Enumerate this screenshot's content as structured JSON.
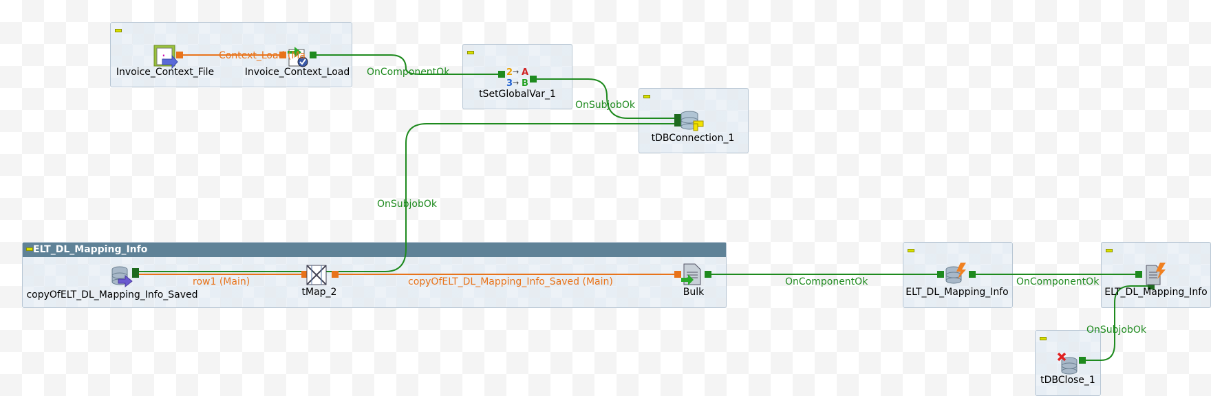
{
  "colors": {
    "main_link": "#e8731a",
    "trigger_link": "#1e8a1e",
    "subjob_title_bg": "#5f8297",
    "subjob_bg": "#dfe8f1"
  },
  "subjobs": {
    "elt_title": "ELT_DL_Mapping_Info"
  },
  "components": {
    "invoice_context_file": "Invoice_Context_File",
    "invoice_context_load": "Invoice_Context_Load",
    "tsetglobalvar": "tSetGlobalVar_1",
    "tdbconnection": "tDBConnection_1",
    "copyof_saved": "copyOfELT_DL_Mapping_Info_Saved",
    "tmap": "tMap_2",
    "bulk": "Bulk",
    "elt_mapping_1": "ELT_DL_Mapping_Info",
    "elt_mapping_2": "ELT_DL_Mapping_Info",
    "tdbclose": "tDBClose_1"
  },
  "links": {
    "context_load": "Context_Load (Ma",
    "oncomponentok_1": "OnComponentOk",
    "onsubjobok_1": "OnSubjobOk",
    "onsubjobok_2": "OnSubjobOk",
    "row1": "row1 (Main)",
    "copyof_saved_main": "copyOfELT_DL_Mapping_Info_Saved (Main)",
    "oncomponentok_2": "OnComponentOk",
    "oncomponentok_3": "OnComponentOk",
    "onsubjobok_3": "OnSubjobOk"
  },
  "icons": {
    "invoice_context_file": "file-properties-icon",
    "invoice_context_load": "context-load-icon",
    "tsetglobalvar": "set-global-var-icon",
    "tdbconnection": "db-connection-icon",
    "copyof_saved": "db-input-icon",
    "tmap": "tmap-icon",
    "bulk": "bulk-file-icon",
    "elt_mapping": "elt-db-icon",
    "tdbclose": "db-close-icon"
  }
}
